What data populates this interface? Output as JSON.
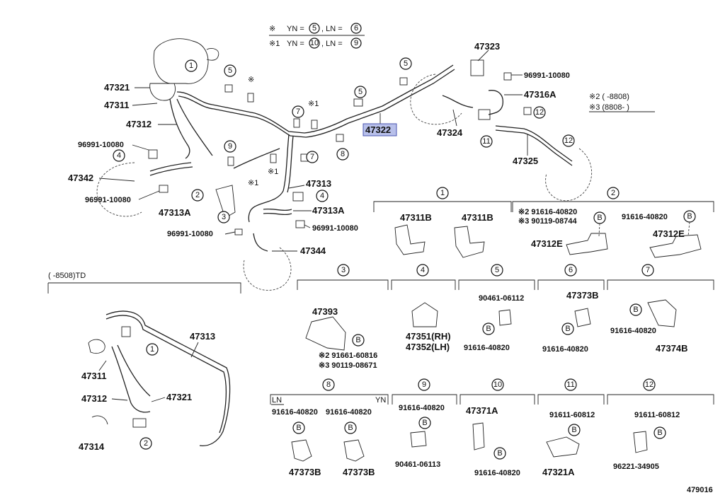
{
  "notes": {
    "line1_sym": "※",
    "line1_yn": "YN =",
    "line1_yn_num": "5",
    "line1_ln": ", LN =",
    "line1_ln_num": "6",
    "line2_sym": "※1",
    "line2_yn": "YN =",
    "line2_yn_num": "10",
    "line2_ln": ", LN =",
    "line2_ln_num": "9",
    "note2": "※2 (      -8808)",
    "note3": "※3 (8808-        )",
    "td_label": "(      -8508)TD",
    "diagram_id": "479016"
  },
  "main_labels": {
    "p47321": "47321",
    "p47311": "47311",
    "p47312": "47312",
    "p96991a": "96991-10080",
    "p47342": "47342",
    "p96991b": "96991-10080",
    "p47313a_l": "47313A",
    "p47323": "47323",
    "p96991c": "96991-10080",
    "p47316a": "47316A",
    "p47322": "47322",
    "p47324": "47324",
    "p47325": "47325",
    "p47313": "47313",
    "p47313a_c": "47313A",
    "p96991d": "96991-10080",
    "p96991e": "96991-10080",
    "p47344": "47344",
    "sym_x": "※",
    "sym_x1a": "※1",
    "sym_x1b": "※1",
    "sym_x1c": "※1"
  },
  "td_labels": {
    "p47313": "47313",
    "p47311": "47311",
    "p47312": "47312",
    "p47321": "47321",
    "p47314": "47314"
  },
  "detail_labels": {
    "d1_a": "47311B",
    "d1_b": "47311B",
    "d2_a": "※2 91616-40820",
    "d2_b": "※3 90119-08744",
    "d2_c": "91616-40820",
    "d2_d": "47312E",
    "d2_e": "47312E",
    "d3_a": "47393",
    "d3_b": "※2 91661-60816",
    "d3_c": "※3 90119-08671",
    "d4_a": "47351(RH)",
    "d4_b": "47352(LH)",
    "d5_a": "90461-06112",
    "d5_b": "91616-40820",
    "d6_a": "47373B",
    "d6_b": "91616-40820",
    "d7_a": "91616-40820",
    "d7_b": "47374B",
    "d8_ln": "LN",
    "d8_yn": "YN",
    "d8_a": "91616-40820",
    "d8_b": "91616-40820",
    "d8_c": "47373B",
    "d8_d": "47373B",
    "d9_a": "91616-40820",
    "d9_b": "90461-06113",
    "d10_a": "47371A",
    "d10_b": "91616-40820",
    "d11_a": "91611-60812",
    "d11_b": "47321A",
    "d12_a": "91611-60812",
    "d12_b": "96221-34905"
  },
  "callouts": {
    "c1": "1",
    "c2": "2",
    "c3": "3",
    "c4": "4",
    "c5": "5",
    "c6": "6",
    "c7": "7",
    "c8": "8",
    "c9": "9",
    "c10": "10",
    "c11": "11",
    "c12": "12",
    "b": "B"
  }
}
